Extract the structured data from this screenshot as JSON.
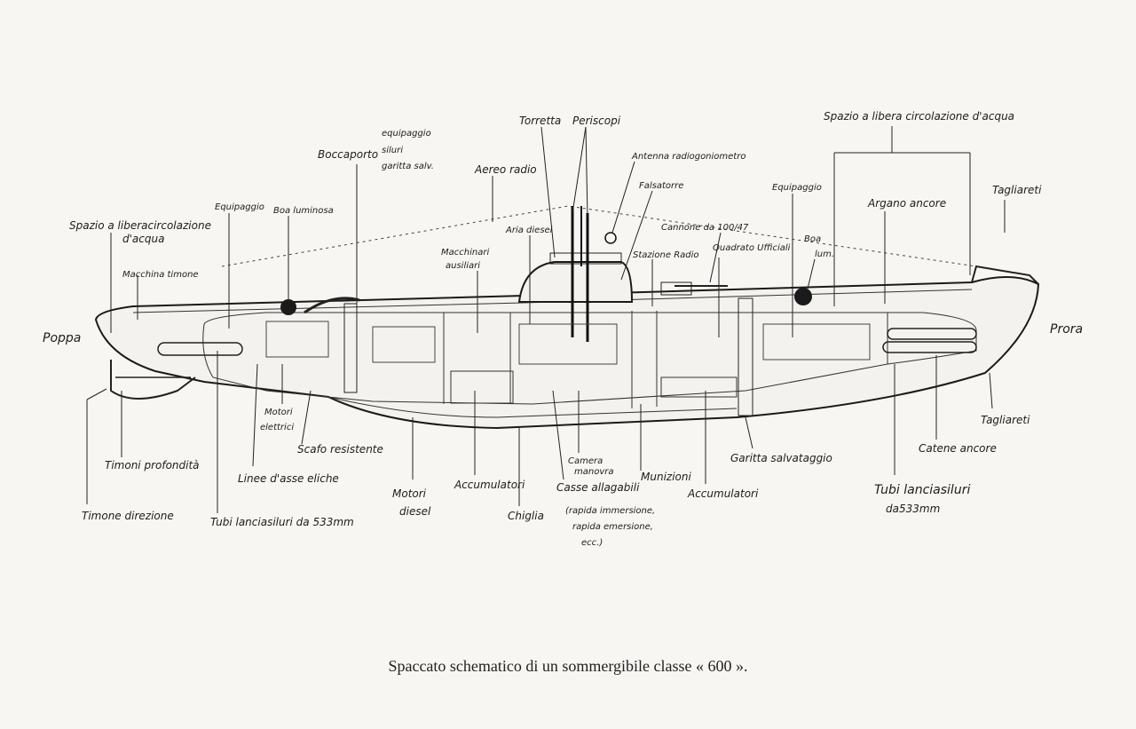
{
  "caption": "Spaccato schematico di un sommergibile classe « 600 ».",
  "labels": {
    "poppa": "Poppa",
    "prora": "Prora",
    "spazio_poppa_1": "Spazio a liberacircolazione",
    "spazio_poppa_2": "d'acqua",
    "macchina_timone": "Macchina timone",
    "equipaggio_poppa": "Equipaggio",
    "boa_luminosa": "Boa luminosa",
    "boccaporto": "Boccaporto",
    "boccaporto_list_1": "equipaggio",
    "boccaporto_list_2": "siluri",
    "boccaporto_list_3": "garitta salv.",
    "aereo_radio": "Aereo radio",
    "torretta": "Torretta",
    "periscopi": "Periscopi",
    "antenna_radiogoniometro": "Antenna radiogoniometro",
    "falsatorre": "Falsatorre",
    "aria_diesel": "Aria diesel",
    "macchinari_1": "Macchinari",
    "macchinari_2": "ausiliari",
    "cannone": "Cannone da 100/47",
    "stazione_radio": "Stazione Radio",
    "quadrato_ufficiali": "Quadrato Ufficiali",
    "equipaggio_prora": "Equipaggio",
    "boa_lum_1": "Boa",
    "boa_lum_2": "lum.",
    "spazio_prora": "Spazio a libera circolazione d'acqua",
    "argano_ancore": "Argano ancore",
    "tagliareti_top": "Tagliareti",
    "tagliareti_bottom": "Tagliareti",
    "catene_ancore": "Catene ancore",
    "tubi_prora_1": "Tubi lanciasiluri",
    "tubi_prora_2": "da533mm",
    "garitta": "Garitta salvataggio",
    "accumulatori_prora": "Accumulatori",
    "munizioni": "Munizioni",
    "camera_1": "Camera",
    "camera_2": "manovra",
    "casse_1": "Casse allagabili",
    "casse_2": "(rapida immersione,",
    "casse_3": "rapida emersione,",
    "casse_4": "ecc.)",
    "chiglia": "Chiglia",
    "accumulatori_poppa": "Accumulatori",
    "motori_diesel_1": "Motori",
    "motori_diesel_2": "diesel",
    "scafo": "Scafo resistente",
    "motori_elettrici_1": "Motori",
    "motori_elettrici_2": "elettrici",
    "linee_asse": "Linee d'asse eliche",
    "timoni_profondita": "Timoni profondità",
    "timone_direzione": "Timone direzione",
    "tubi_poppa": "Tubi lanciasiluri da 533mm"
  }
}
